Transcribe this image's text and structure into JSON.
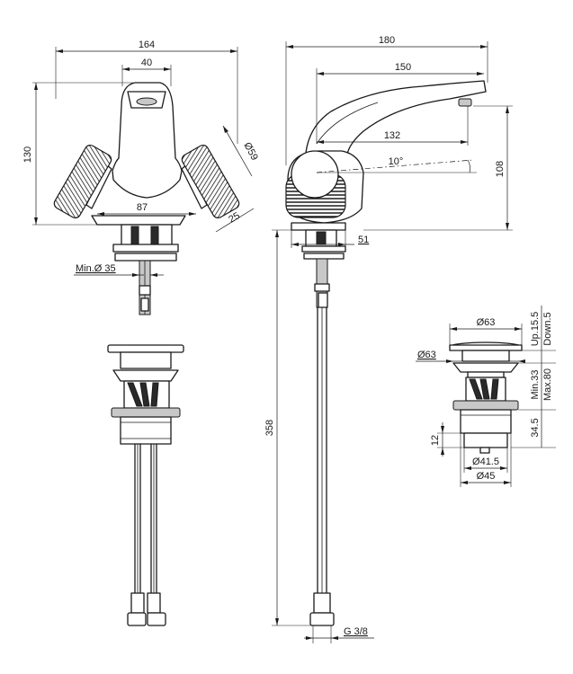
{
  "dimensions": {
    "front_width": "164",
    "spout_width": "40",
    "front_height": "130",
    "handle_diameter": "Ø59",
    "handle_spacing": "87",
    "handle_depth": "25",
    "min_hole": "Min.Ø 35",
    "side_depth": "180",
    "spout_reach": "150",
    "swivel_reach": "132",
    "spout_angle": "10°",
    "side_height": "108",
    "base_offset": "51",
    "hose_length": "358",
    "thread": "G 3/8"
  },
  "waste_dimensions": {
    "cap_diameter": "Ø63",
    "flange_diameter": "Ø63",
    "up_travel": "Up.15.5",
    "down_travel": "Down.5",
    "min_thickness": "Min.33",
    "max_thickness": "Max.80",
    "body_height": "34.5",
    "tail_height": "12",
    "tail_diameter": "Ø41.5",
    "outer_diameter": "Ø45"
  }
}
